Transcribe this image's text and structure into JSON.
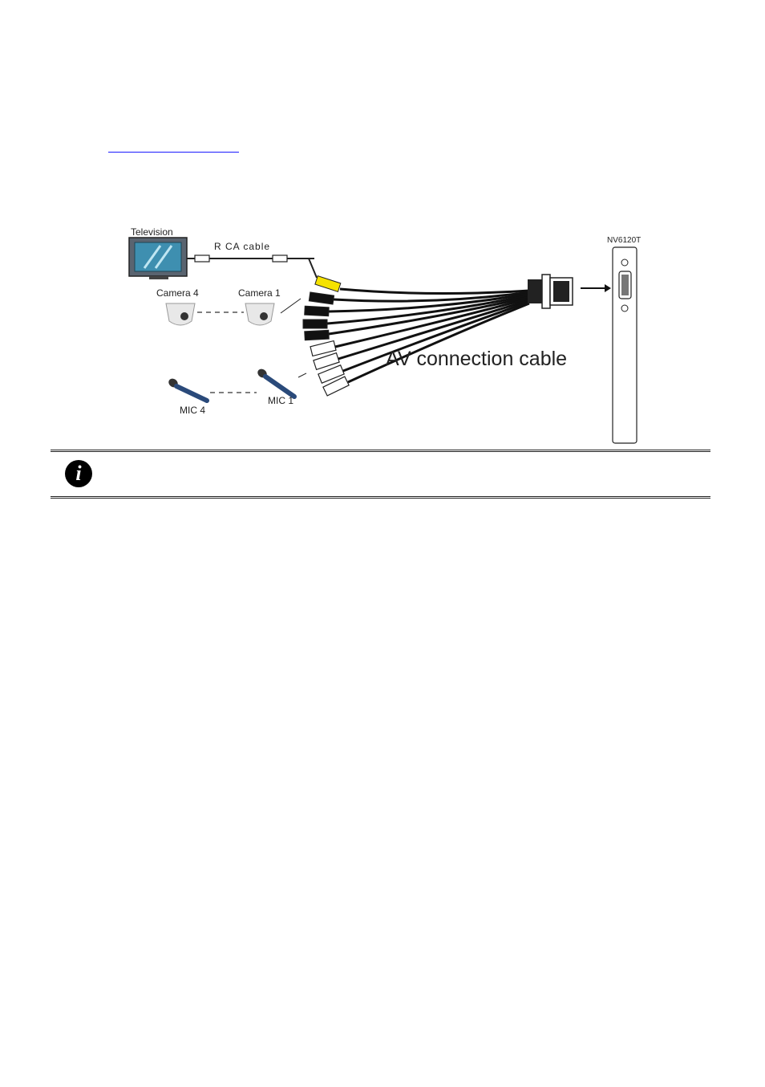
{
  "diagram": {
    "labels": {
      "television": "Television",
      "rca_cable": "R CA cable",
      "camera_4": "Camera 4",
      "camera_1": "Camera 1",
      "mic_4": "MIC 4",
      "mic_1": "MIC 1",
      "av_cable": "AV connection cable",
      "device": "NV6120T"
    }
  },
  "note": {
    "icon": "info-icon",
    "glyph": "i"
  }
}
